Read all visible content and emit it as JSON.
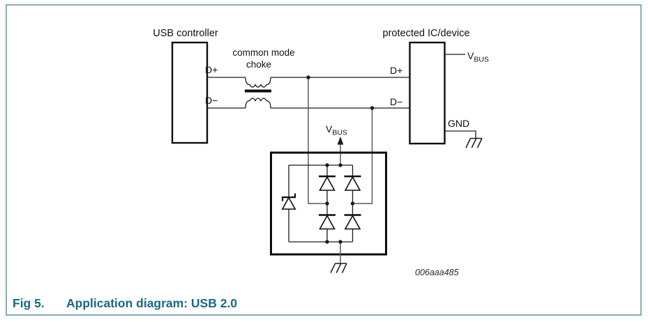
{
  "figure": {
    "caption_fig": "Fig 5.",
    "caption_title": "Application diagram: USB 2.0",
    "drawing_id": "006aaa485"
  },
  "blocks": {
    "usb_controller_label": "USB controller",
    "protected_ic_label": "protected IC/device",
    "choke_label_line1": "common mode",
    "choke_label_line2": "choke"
  },
  "pins": {
    "d_plus_left": "D+",
    "d_minus_left": "D−",
    "d_plus_right": "D+",
    "d_minus_right": "D−",
    "gnd_label": "GND",
    "vbus_main": "V",
    "vbus_subscript": "BUS"
  },
  "colors": {
    "caption_teal": "#166a83",
    "border_teal": "#35788c",
    "wire_black": "#1a1a1a",
    "riser_gray": "#5a5a5a"
  }
}
